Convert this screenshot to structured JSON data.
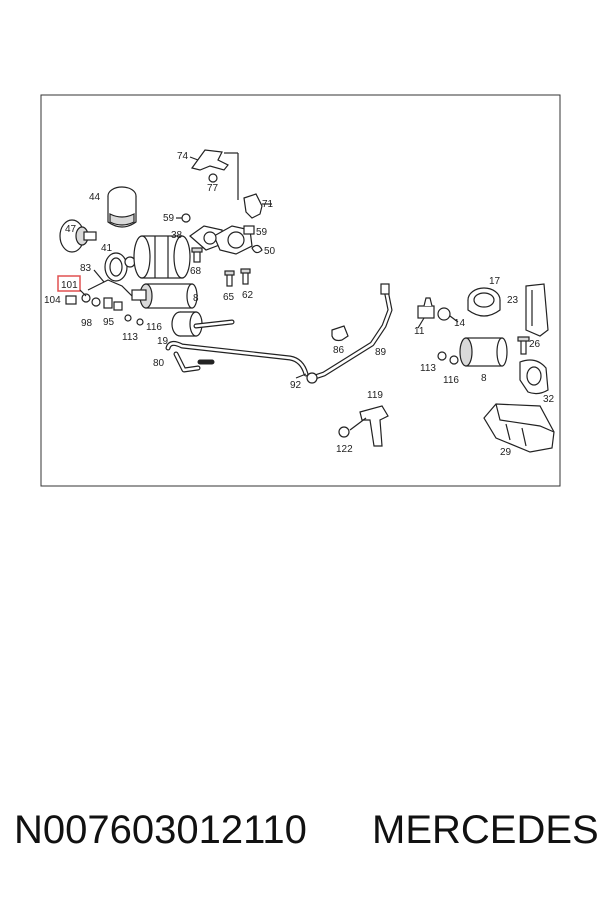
{
  "footer": {
    "part_number": "N007603012110",
    "brand": "MERCEDES"
  },
  "diagram": {
    "highlighted_label": "101",
    "highlight_color": "#e05050",
    "labels": [
      "74",
      "77",
      "71",
      "44",
      "59",
      "38",
      "47",
      "41",
      "59",
      "50",
      "83",
      "68",
      "101",
      "104",
      "65",
      "62",
      "98",
      "95",
      "8",
      "116",
      "113",
      "19",
      "80",
      "17",
      "23",
      "14",
      "11",
      "86",
      "89",
      "26",
      "92",
      "113",
      "116",
      "8",
      "32",
      "119",
      "122",
      "29"
    ]
  }
}
